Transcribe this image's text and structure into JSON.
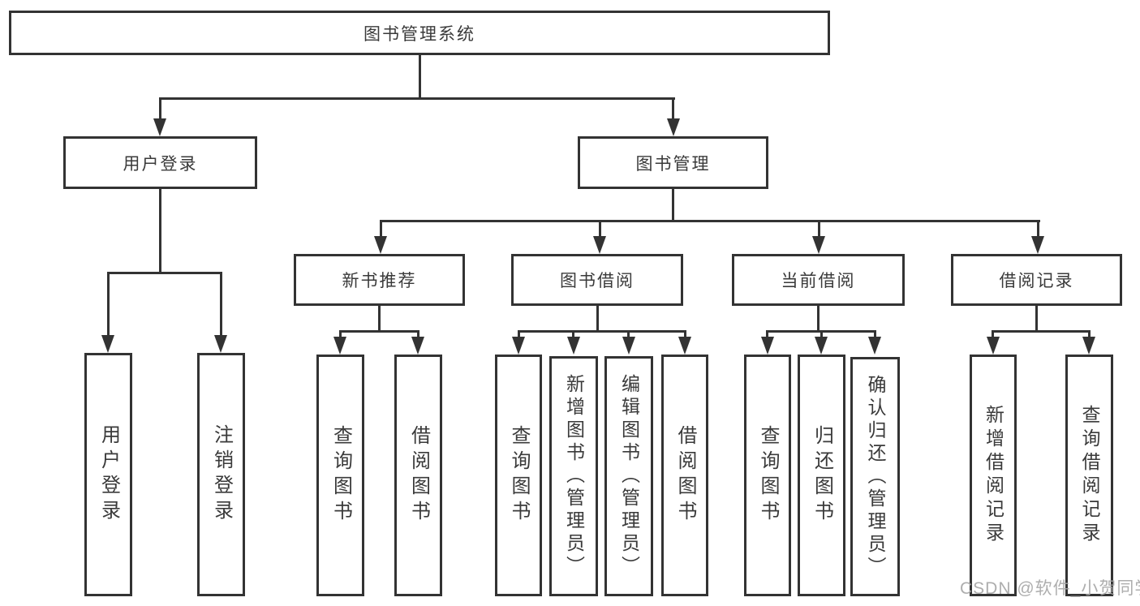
{
  "diagram": {
    "title": "图书管理系统",
    "branches": {
      "user_login": {
        "label": "用户登录",
        "children": [
          "用户登录",
          "注销登录"
        ]
      },
      "book_management": {
        "label": "图书管理",
        "sections": [
          {
            "label": "新书推荐",
            "children": [
              "查询图书",
              "借阅图书"
            ]
          },
          {
            "label": "图书借阅",
            "children": [
              "查询图书",
              "新增图书（管理员）",
              "编辑图书（管理员）",
              "借阅图书"
            ]
          },
          {
            "label": "当前借阅",
            "children": [
              "查询图书",
              "归还图书",
              "确认归还（管理员）"
            ]
          },
          {
            "label": "借阅记录",
            "children": [
              "新增借阅记录",
              "查询借阅记录"
            ]
          }
        ]
      }
    }
  },
  "watermark": {
    "text": "CSDN @软件_小贺同学"
  },
  "colors": {
    "line": "#333333",
    "text": "#3a3a3a",
    "background": "#ffffff",
    "watermark": "#a5a5a5"
  }
}
